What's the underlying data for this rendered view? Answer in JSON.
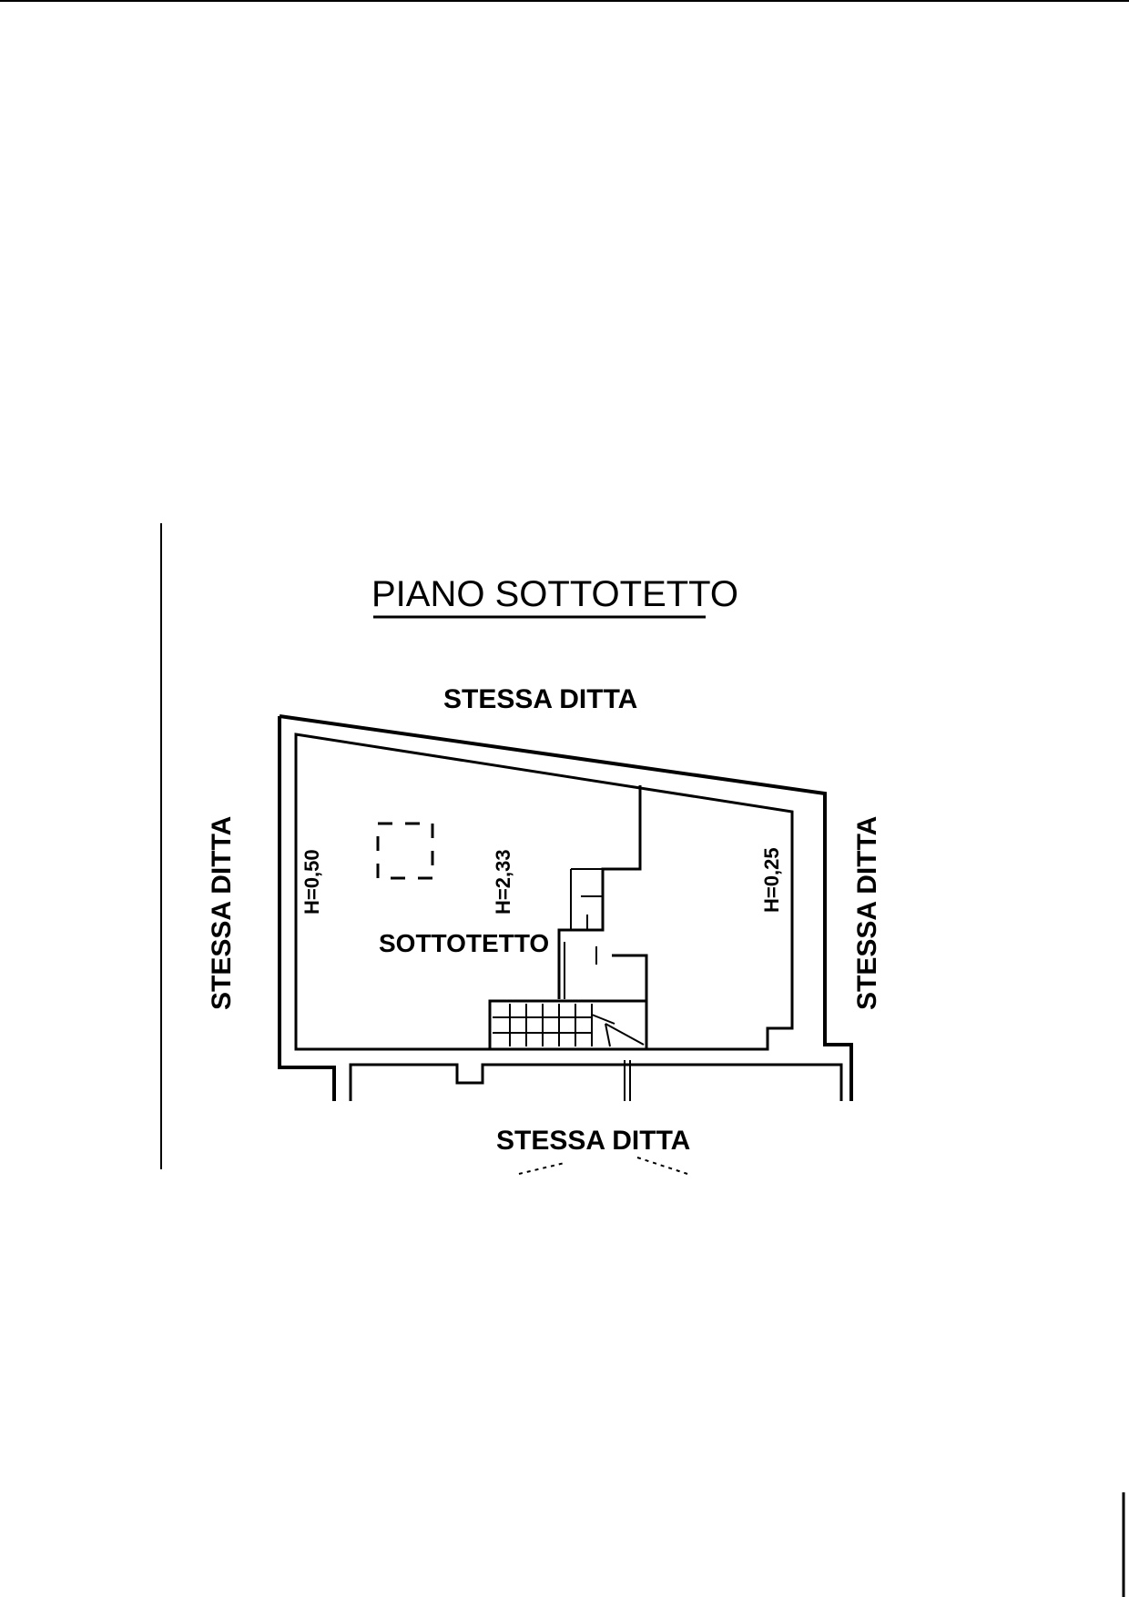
{
  "plan": {
    "title": "PIANO SOTTOTETTO",
    "neighbors": {
      "top": "STESSA DITTA",
      "left": "STESSA DITTA",
      "right": "STESSA DITTA",
      "bottom": "STESSA DITTA"
    },
    "room_label": "SOTTOTETTO",
    "heights": {
      "left": "H=0,50",
      "center": "H=2,33",
      "right": "H=0,25"
    }
  },
  "colors": {
    "ink": "#000000",
    "paper": "#ffffff"
  }
}
